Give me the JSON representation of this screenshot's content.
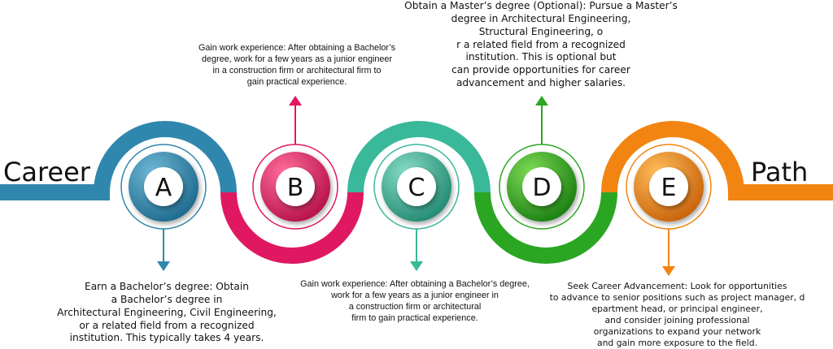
{
  "title_left": "Career",
  "title_right": "Path",
  "colors": {
    "blue": "#2f87ad",
    "pink": "#e01861",
    "teal": "#39b89a",
    "green": "#2aa623",
    "orange": "#f28411"
  },
  "steps": [
    {
      "letter": "A",
      "text": "Earn a Bachelor’s degree: Obtain\na Bachelor’s degree in\nArchitectural Engineering, Civil Engineering,\nor a related field from a recognized\ninstitution. This typically takes 4 years."
    },
    {
      "letter": "B",
      "text": "Gain work experience: After obtaining a Bachelor’s\ndegree, work for a few years as a junior engineer\nin a construction firm or architectural firm to\ngain practical experience."
    },
    {
      "letter": "C",
      "text": "Gain work experience: After obtaining a Bachelor’s degree,\nwork for a few years as a junior engineer in\na construction firm or architectural\nfirm to gain practical experience."
    },
    {
      "letter": "D",
      "text": "Obtain a Master’s degree (Optional): Pursue a Master’s\ndegree in Architectural Engineering,\nStructural Engineering, o\nr a related field from a recognized\ninstitution. This is optional but\ncan provide opportunities for career\nadvancement and higher salaries."
    },
    {
      "letter": "E",
      "text": "Seek Career Advancement: Look for opportunities\nto advance to senior positions such as project manager, d\nepartment head, or principal engineer,\nand consider joining professional\norganizations to expand your network\nand gain more exposure to the field."
    }
  ]
}
